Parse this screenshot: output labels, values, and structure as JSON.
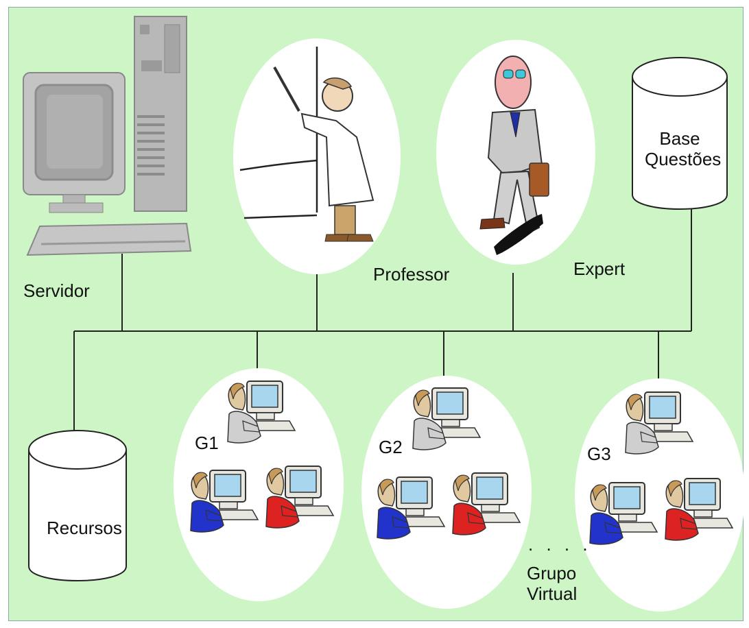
{
  "diagram": {
    "background_color": "#cdf5c6",
    "labels": {
      "servidor": "Servidor",
      "professor": "Professor",
      "expert": "Expert",
      "base_line1": "Base",
      "base_line2": "Questões",
      "recursos": "Recursos",
      "g1": "G1",
      "g2": "G2",
      "g3": "G3",
      "dots": ". . . .",
      "grupo_line1": "Grupo",
      "grupo_line2": "Virtual"
    },
    "icons": {
      "server": "desktop-computer-icon",
      "professor": "teacher-pointer-icon",
      "expert": "businessman-briefcase-icon",
      "database": "cylinder-database-icon",
      "student": "student-at-computer-icon"
    },
    "student_shirt_colors": [
      "#cfcfcf",
      "#2233cc",
      "#dd2222"
    ]
  }
}
